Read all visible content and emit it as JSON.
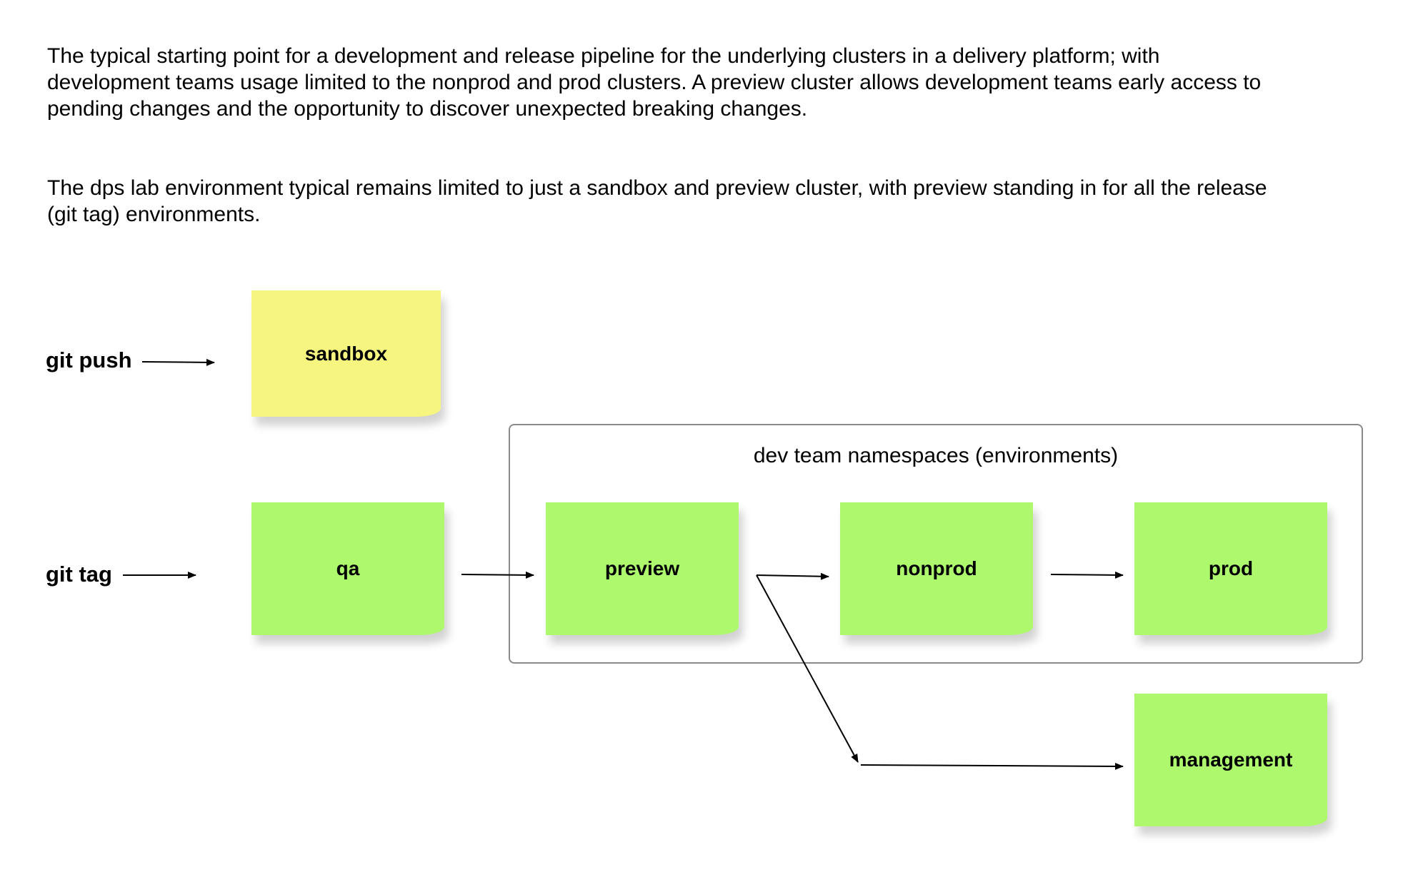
{
  "description": {
    "paragraph1": "The typical starting point for a development and release pipeline for the underlying clusters in a delivery platform; with development teams usage limited to the nonprod and prod clusters. A preview cluster allows development teams early access to pending changes and the opportunity to discover unexpected breaking changes.",
    "paragraph2": "The dps lab environment typical remains limited to just a sandbox and preview cluster, with preview standing in for all the release (git tag) environments."
  },
  "triggers": {
    "push": "git push",
    "tag": "git tag"
  },
  "container": {
    "title": "dev team namespaces (environments)"
  },
  "clusters": {
    "sandbox": "sandbox",
    "qa": "qa",
    "preview": "preview",
    "nonprod": "nonprod",
    "prod": "prod",
    "management": "management"
  },
  "colors": {
    "sandbox_note": "#f6f580",
    "release_note": "#aef86d",
    "arrow": "#000000",
    "container_border": "#8a8a8a"
  }
}
